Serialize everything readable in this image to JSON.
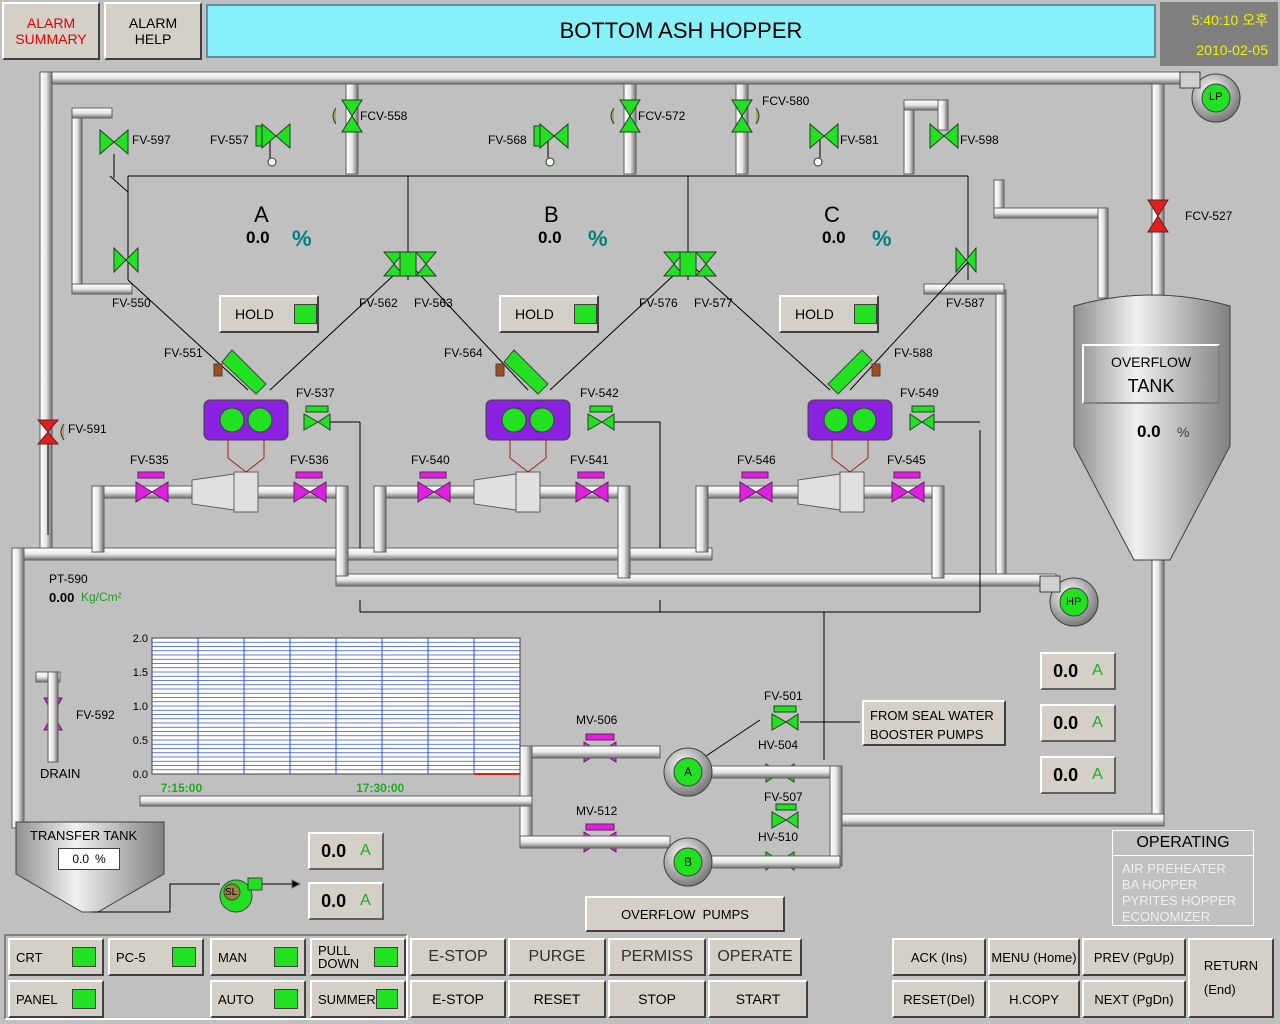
{
  "header": {
    "alarm_summary": "ALARM\nSUMMARY",
    "alarm_help": "ALARM\nHELP",
    "title": "BOTTOM ASH HOPPER",
    "time": "5:40:10 오후",
    "date": "2010-02-05"
  },
  "hoppers": [
    {
      "name": "A",
      "value": "0.0",
      "unit": "%",
      "hold": "HOLD"
    },
    {
      "name": "B",
      "value": "0.0",
      "unit": "%",
      "hold": "HOLD"
    },
    {
      "name": "C",
      "value": "0.0",
      "unit": "%",
      "hold": "HOLD"
    }
  ],
  "valves": {
    "fv597": "FV-597",
    "fv557": "FV-557",
    "fcv558": "FCV-558",
    "fv568": "FV-568",
    "fcv572": "FCV-572",
    "fcv580": "FCV-580",
    "fv581": "FV-581",
    "fv598": "FV-598",
    "fcv527": "FCV-527",
    "fv550": "FV-550",
    "fv562": "FV-562",
    "fv563": "FV-563",
    "fv576": "FV-576",
    "fv577": "FV-577",
    "fv587": "FV-587",
    "fv551": "FV-551",
    "fv564": "FV-564",
    "fv588": "FV-588",
    "fv537": "FV-537",
    "fv542": "FV-542",
    "fv549": "FV-549",
    "fv535": "FV-535",
    "fv536": "FV-536",
    "fv540": "FV-540",
    "fv541": "FV-541",
    "fv546": "FV-546",
    "fv545": "FV-545",
    "fv591": "FV-591",
    "fv592": "FV-592",
    "mv506": "MV-506",
    "mv512": "MV-512",
    "fv501": "FV-501",
    "hv504": "HV-504",
    "fv507": "FV-507",
    "hv510": "HV-510"
  },
  "overflow_tank": {
    "label1": "OVERFLOW",
    "label2": "TANK",
    "value": "0.0",
    "unit": "%"
  },
  "pressure": {
    "tag": "PT-590",
    "value": "0.00",
    "unit": "Kg/Cm²"
  },
  "drain": "DRAIN",
  "transfer_tank": {
    "label": "TRANSFER TANK",
    "value": "0.0",
    "unit": "%"
  },
  "chart_data": {
    "type": "line",
    "yticks": [
      "2.0",
      "1.5",
      "1.0",
      "0.5",
      "0.0"
    ],
    "ylim": [
      0,
      2.0
    ],
    "xticks": [
      "7:15:00",
      "17:30:00"
    ],
    "series": []
  },
  "pumps": {
    "lp": "LP",
    "hp": "HP",
    "a": "A",
    "b": "B",
    "sl": "SL"
  },
  "seal_water": "FROM SEAL WATER\nBOOSTER PUMPS",
  "amps": [
    {
      "value": "0.0",
      "unit": "A"
    },
    {
      "value": "0.0",
      "unit": "A"
    },
    {
      "value": "0.0",
      "unit": "A"
    },
    {
      "value": "0.0",
      "unit": "A"
    },
    {
      "value": "0.0",
      "unit": "A"
    }
  ],
  "overflow_pumps": "OVERFLOW  PUMPS",
  "operating": {
    "title": "OPERATING",
    "items": [
      "AIR PREHEATER",
      "BA HOPPER",
      "PYRITES HOPPER",
      "ECONOMIZER"
    ]
  },
  "bottom": {
    "crt": "CRT",
    "pc5": "PC-5",
    "man": "MAN",
    "pull_down": "PULL\nDOWN",
    "panel": "PANEL",
    "auto": "AUTO",
    "summer": "SUMMER",
    "estop_top": "E-STOP",
    "purge": "PURGE",
    "permiss": "PERMISS",
    "operate": "OPERATE",
    "estop": "E-STOP",
    "reset": "RESET",
    "stop": "STOP",
    "start": "START",
    "ack": "ACK (Ins)",
    "menu": "MENU (Home)",
    "prev": "PREV (PgUp)",
    "return": "RETURN\n\n(End)",
    "reset_del": "RESET(Del)",
    "hcopy": "H.COPY",
    "next": "NEXT (PgDn)"
  }
}
